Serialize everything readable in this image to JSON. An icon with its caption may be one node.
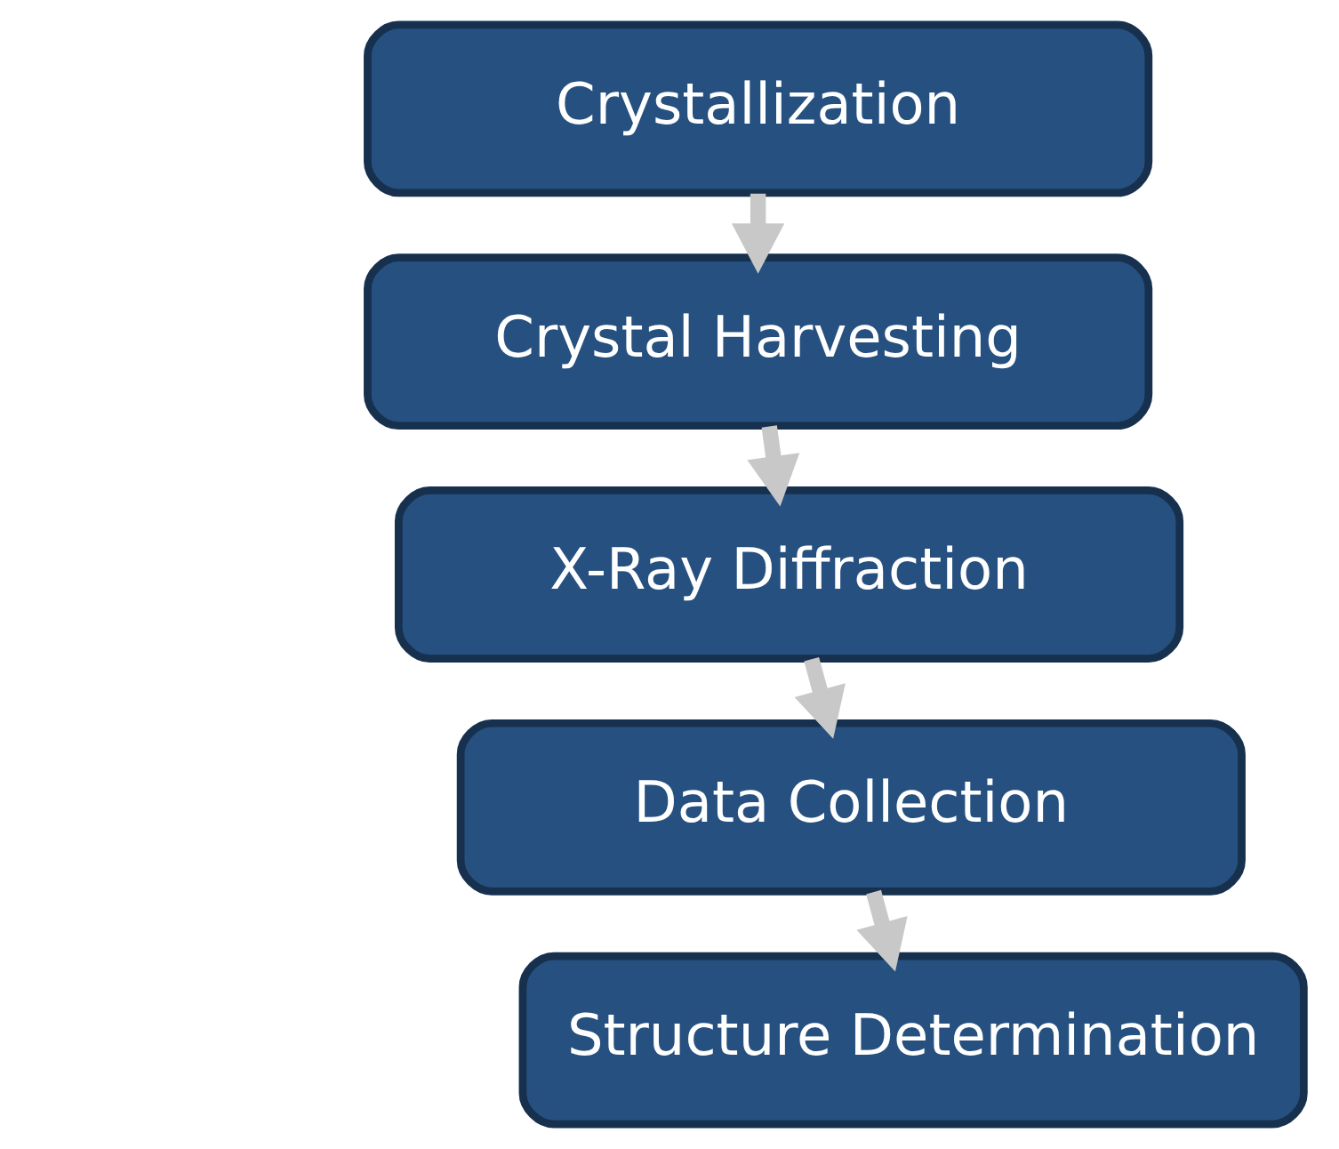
{
  "diagram": {
    "nodes": [
      {
        "text": [
          "Crystallization"
        ]
      },
      {
        "text": [
          "Crystal Harvesting"
        ]
      },
      {
        "text": [
          "X-Ray Diffraction"
        ]
      },
      {
        "text": [
          "Data Collection"
        ]
      },
      {
        "text": [
          "Structure Determination"
        ]
      }
    ],
    "edges": [
      {
        "from": 0,
        "to": 1,
        "arrow": "to"
      },
      {
        "from": 1,
        "to": 2,
        "arrow": "to"
      },
      {
        "from": 2,
        "to": 3,
        "arrow": "to"
      },
      {
        "from": 3,
        "to": 4,
        "arrow": "to"
      }
    ]
  }
}
